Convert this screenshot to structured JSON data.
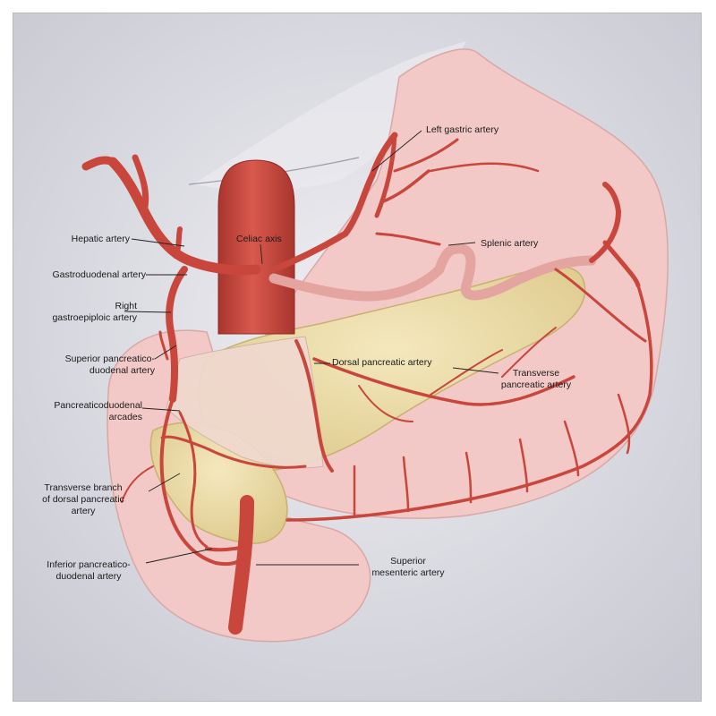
{
  "labels": {
    "left_gastric": "Left gastric artery",
    "hepatic": "Hepatic artery",
    "celiac": "Celiac axis",
    "splenic": "Splenic artery",
    "gastroduodenal": "Gastroduodenal artery",
    "right_gastroepiploic": [
      "Right",
      "gastroepiploic artery"
    ],
    "superior_pd": [
      "Superior pancreatico-",
      "duodenal artery"
    ],
    "dorsal_pancreatic": "Dorsal pancreatic artery",
    "transverse_pancreatic": [
      "Transverse",
      "pancreatic artery"
    ],
    "pd_arcades": [
      "Pancreaticoduodenal",
      "arcades"
    ],
    "transverse_branch": [
      "Transverse branch",
      "of dorsal pancreatic",
      "artery"
    ],
    "inferior_pd": [
      "Inferior pancreatico-",
      "duodenal artery"
    ],
    "superior_mesenteric": [
      "Superior",
      "mesenteric artery"
    ]
  },
  "colors": {
    "background": "#dcdce4",
    "stomach": "#f2c9c7",
    "pancreas": "#ecdca6",
    "artery": "#c9463c",
    "artery_dark": "#9e2f28",
    "leader_line": "#222222"
  }
}
